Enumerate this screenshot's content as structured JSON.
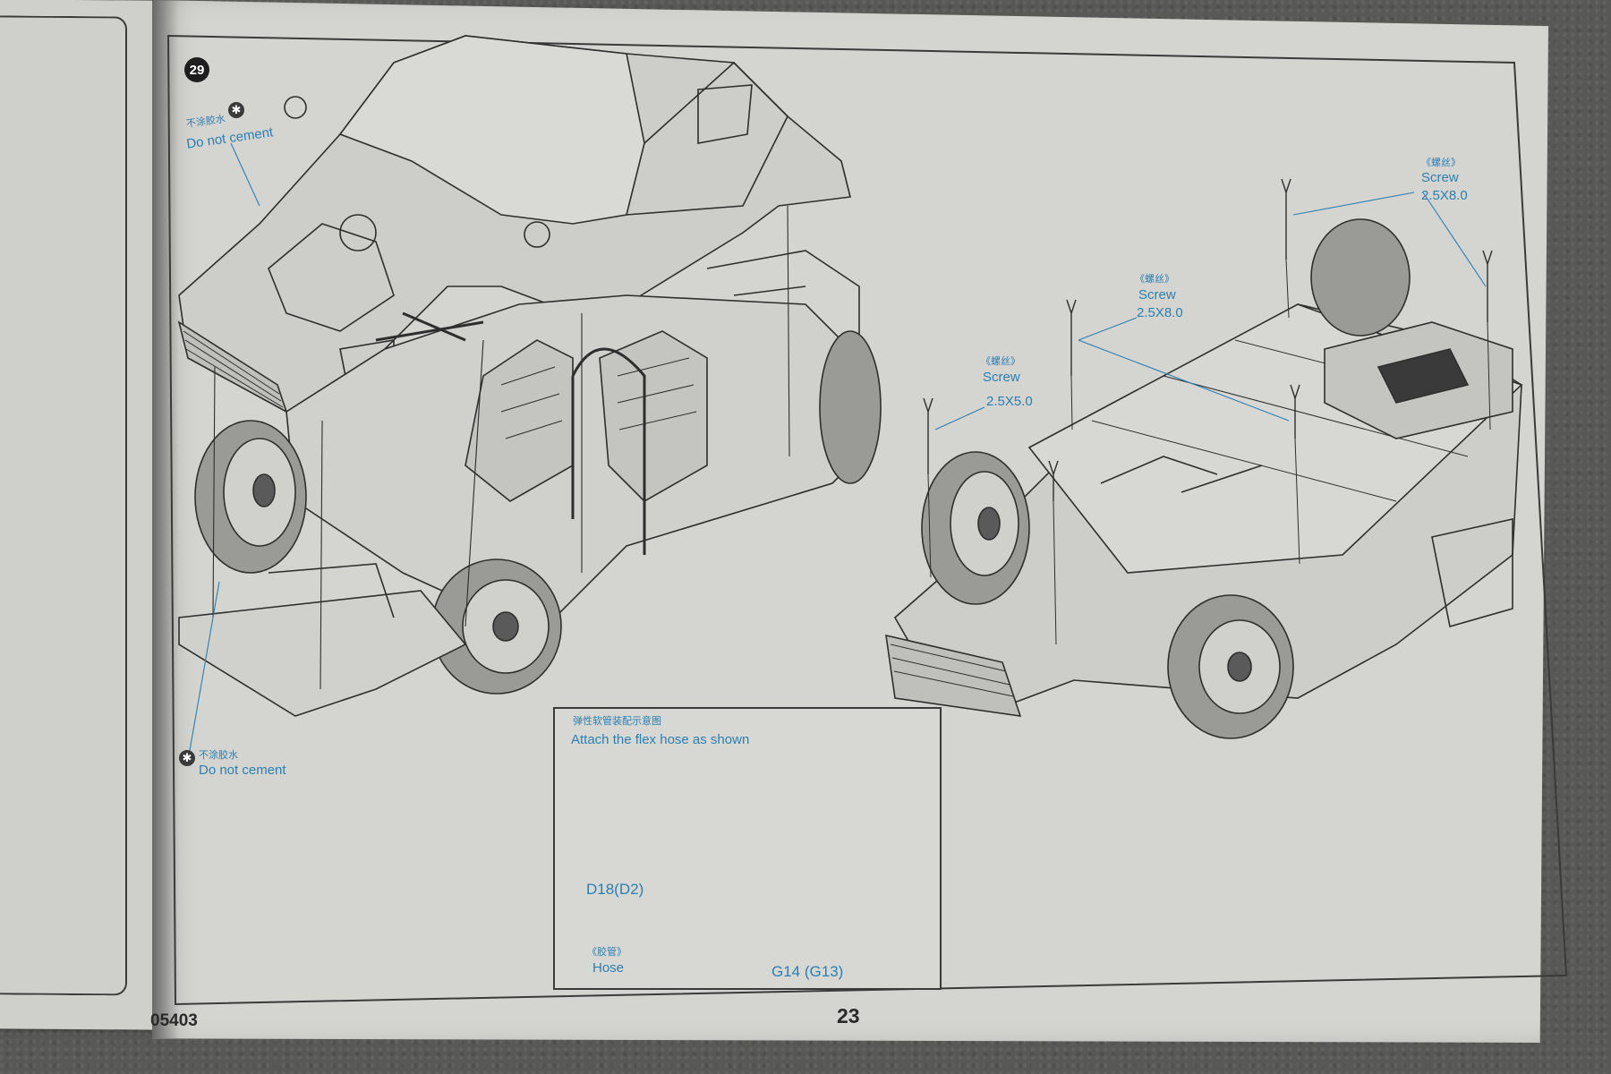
{
  "step_number": "29",
  "notes": {
    "no_cement_top_cn": "不涂胶水",
    "no_cement_top_en": "Do not cement",
    "no_cement_bottom_cn": "不涂胶水",
    "no_cement_bottom_en": "Do not cement"
  },
  "screws": [
    {
      "cn": "《螺丝》",
      "en": "Screw",
      "size": "2.5X8.0"
    },
    {
      "cn": "《螺丝》",
      "en": "Screw",
      "size": "2.5X8.0"
    },
    {
      "cn": "《螺丝》",
      "en": "Screw",
      "size": "2.5X5.0"
    }
  ],
  "inset": {
    "title_cn": "弹性软管装配示意图",
    "title_en": "Attach the flex hose as shown",
    "part_top": "D18(D2)",
    "hose_cn": "《胶管》",
    "hose_en": "Hose",
    "part_bottom": "G14 (G13)"
  },
  "footer": {
    "code": "05403",
    "page_number": "23"
  },
  "icons": [
    "no-cement-icon",
    "step-number-badge"
  ],
  "colors": {
    "callout_blue": "#2d7fb0",
    "line_art": "#2a2a2a",
    "paper": "#d4d4d1"
  }
}
